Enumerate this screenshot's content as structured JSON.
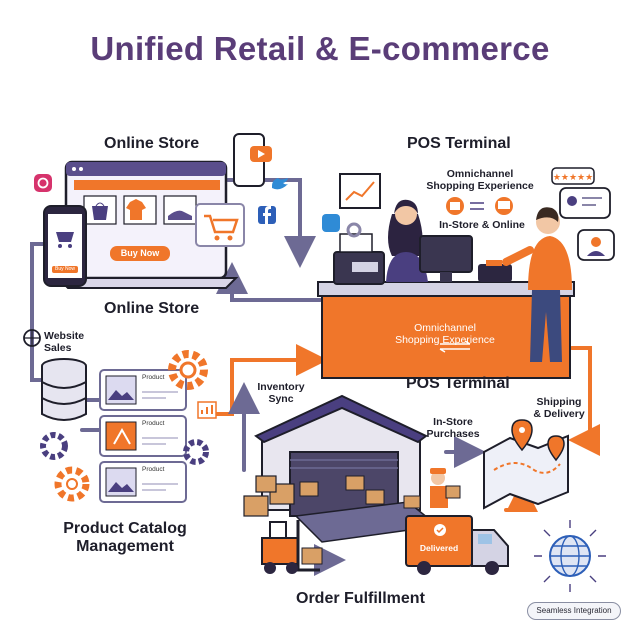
{
  "title": "Unified Retail & E-commerce",
  "nodes": {
    "online_store_top": "Online Store",
    "online_store_bottom": "Online Store",
    "pos_top": "POS Terminal",
    "pos_bottom": "POS Terminal",
    "catalog_line1": "Product Catalog",
    "catalog_line2": "Management",
    "fulfillment": "Order Fulfillment"
  },
  "sublabels": {
    "omni_top_1": "Omnichannel",
    "omni_top_2": "Shopping Experience",
    "instore_online": "In-Store & Online",
    "omni_counter_1": "Omnichannel",
    "omni_counter_2": "Shopping Experience",
    "website_1": "Website",
    "website_2": "Sales",
    "inventory_1": "Inventory",
    "inventory_2": "Sync",
    "purchases_1": "In-Store",
    "purchases_2": "Purchases",
    "shipping_1": "Shipping",
    "shipping_2": "& Delivery"
  },
  "ui_text": {
    "buy_now": "Buy Now",
    "phone_buy": "Buy Now",
    "product_1": "Product",
    "product_2": "Product",
    "product_3": "Product",
    "delivered": "Delivered",
    "badge": "Seamless Integration"
  },
  "icons": [
    "instagram-icon",
    "twitter-icon",
    "facebook-icon",
    "shopping-cart-icon",
    "video-play-icon",
    "trend-chart-icon",
    "database-icon",
    "gear-icon",
    "globe-icon",
    "map-pin-icon",
    "forklift-icon",
    "delivery-truck-icon",
    "warehouse-icon",
    "cash-register-icon",
    "rating-stars-icon",
    "chat-bubble-icon",
    "user-avatar-icon",
    "store-icon",
    "laptop-icon",
    "smartphone-icon"
  ],
  "colors": {
    "title": "#5a3d78",
    "accent_orange": "#f0762a",
    "connector_purple": "#6d6a94",
    "ink": "#1e1e2a"
  }
}
